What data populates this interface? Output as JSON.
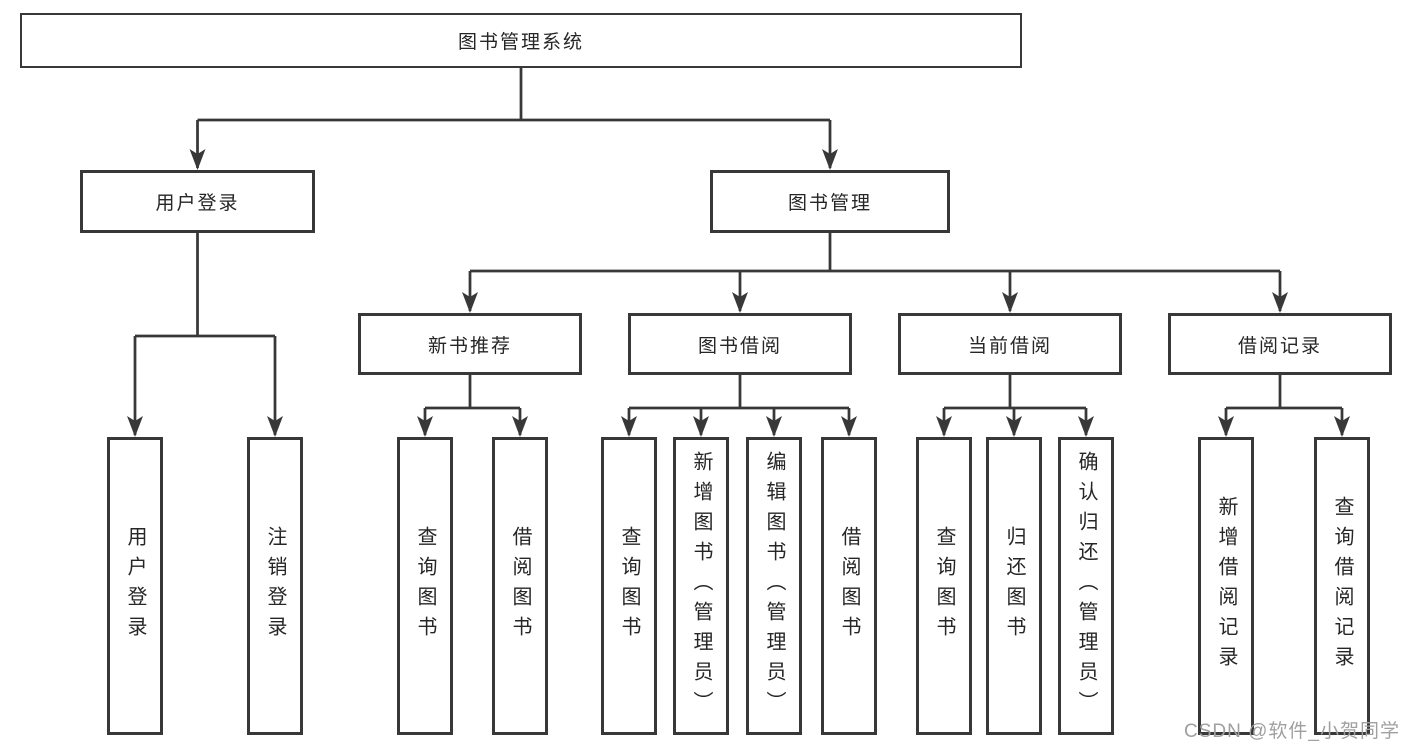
{
  "diagram_type": "hierarchy-chart",
  "colors": {
    "line": "#383838",
    "box_border": "#383838",
    "box_fill": "#ffffff",
    "text": "#262626",
    "watermark_text": "#a0a0a0",
    "background": "#ffffff"
  },
  "tree": {
    "label": "图书管理系统",
    "children": [
      {
        "label": "用户登录",
        "children": [
          {
            "label": "用户登录"
          },
          {
            "label": "注销登录"
          }
        ]
      },
      {
        "label": "图书管理",
        "children": [
          {
            "label": "新书推荐",
            "children": [
              {
                "label": "查询图书"
              },
              {
                "label": "借阅图书"
              }
            ]
          },
          {
            "label": "图书借阅",
            "children": [
              {
                "label": "查询图书"
              },
              {
                "label": "新增图书（管理员）"
              },
              {
                "label": "编辑图书（管理员）"
              },
              {
                "label": "借阅图书"
              }
            ]
          },
          {
            "label": "当前借阅",
            "children": [
              {
                "label": "查询图书"
              },
              {
                "label": "归还图书"
              },
              {
                "label": "确认归还（管理员）"
              }
            ]
          },
          {
            "label": "借阅记录",
            "children": [
              {
                "label": "新增借阅记录"
              },
              {
                "label": "查询借阅记录"
              }
            ]
          }
        ]
      }
    ]
  },
  "watermark": {
    "text": "CSDN @软件_小贺同学"
  }
}
